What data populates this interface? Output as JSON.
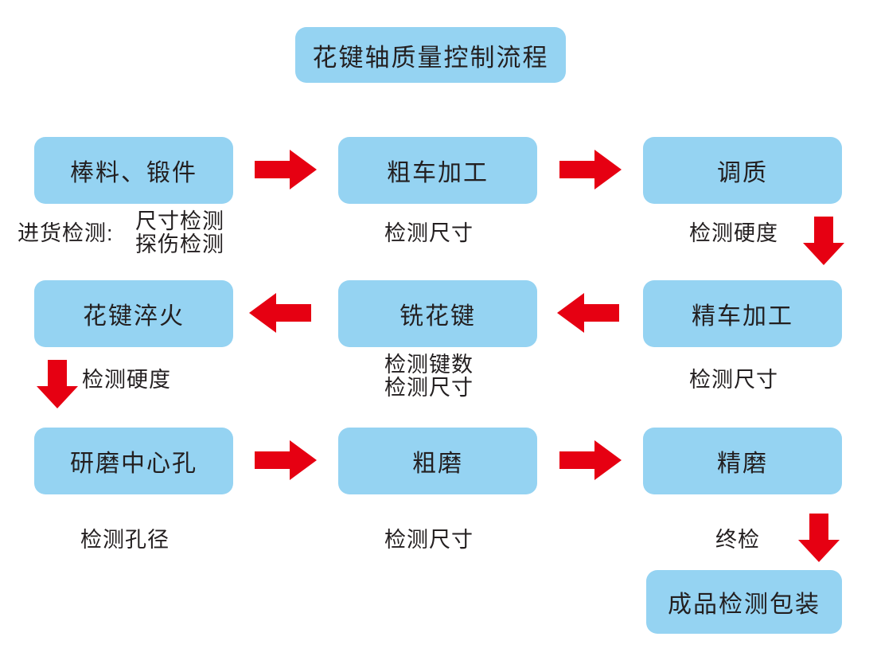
{
  "diagram": {
    "title": "花键轴质量控制流程",
    "accent_box_color": "#95d3f2",
    "arrow_color": "#e60012",
    "text_color": "#231f20",
    "background_color": "#ffffff"
  },
  "nodes": {
    "bar_forging": "棒料、锻件",
    "rough_turning": "粗车加工",
    "quench_temper": "调质",
    "spline_quench": "花键淬火",
    "mill_spline": "铣花键",
    "fine_turning": "精车加工",
    "grind_center_hole": "研磨中心孔",
    "rough_grinding": "粗磨",
    "fine_grinding": "精磨",
    "final_inspect_package": "成品检测包装"
  },
  "captions": {
    "incoming_label": "进货检测:",
    "incoming_line1": "尺寸检测",
    "incoming_line2": "探伤检测",
    "rough_turning_check": "检测尺寸",
    "quench_temper_check": "检测硬度",
    "spline_quench_check": "检测硬度",
    "mill_spline_check1": "检测键数",
    "mill_spline_check2": "检测尺寸",
    "fine_turning_check": "检测尺寸",
    "grind_center_hole_check": "检测孔径",
    "rough_grinding_check": "检测尺寸",
    "final_check": "终检"
  },
  "arrows": {
    "r1_a1": "arrow-right-icon",
    "r1_a2": "arrow-right-icon",
    "r1_down": "arrow-down-icon",
    "r2_a1": "arrow-left-icon",
    "r2_a2": "arrow-left-icon",
    "r2_down": "arrow-down-icon",
    "r3_a1": "arrow-right-icon",
    "r3_a2": "arrow-right-icon",
    "r3_down": "arrow-down-icon"
  }
}
